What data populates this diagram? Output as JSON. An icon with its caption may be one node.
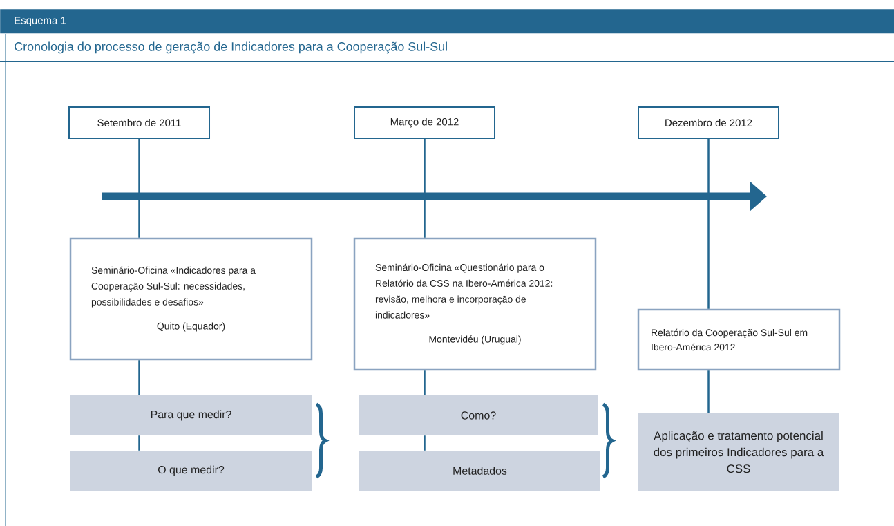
{
  "diagram": {
    "title": "Esquema 1",
    "caption": "Cronologia do processo de geração de Indicadores para a Cooperação Sul-Sul",
    "nodes": [
      {
        "text": [
          "Setembro de 2011"
        ]
      },
      {
        "text": [
          "Março de 2012"
        ]
      },
      {
        "text": [
          "Dezembro de 2012"
        ]
      },
      {
        "text": [
          "Seminário-Oficina «Indicadores para a Cooperação Sul-Sul: necessidades, possibilidades e desafios»",
          "Quito (Equador)"
        ]
      },
      {
        "text": [
          "Seminário-Oficina «Questionário para o Relatório da CSS na Ibero-América 2012: revisão, melhora e incorporação de indicadores»",
          "Montevidéu (Uruguai)"
        ]
      },
      {
        "text": [
          "Relatório da Cooperação Sul-Sul em Ibero-América 2012"
        ]
      },
      {
        "text": [
          "Para que medir?"
        ]
      },
      {
        "text": [
          "O que medir?"
        ]
      },
      {
        "text": [
          "Como?"
        ]
      },
      {
        "text": [
          "Metadados"
        ]
      },
      {
        "text": [
          "Aplicação e tratamento potencial dos primeiros Indicadores para a CSS"
        ]
      }
    ],
    "edges": [
      {
        "from": 0,
        "to": 3,
        "arrow": "none"
      },
      {
        "from": 3,
        "to": 6,
        "arrow": "none"
      },
      {
        "from": 6,
        "to": 7,
        "arrow": "none"
      },
      {
        "from": 1,
        "to": 4,
        "arrow": "none"
      },
      {
        "from": 4,
        "to": 8,
        "arrow": "none"
      },
      {
        "from": 8,
        "to": 9,
        "arrow": "none"
      },
      {
        "from": 2,
        "to": 5,
        "arrow": "none"
      },
      {
        "from": 5,
        "to": 10,
        "arrow": "none"
      }
    ]
  }
}
